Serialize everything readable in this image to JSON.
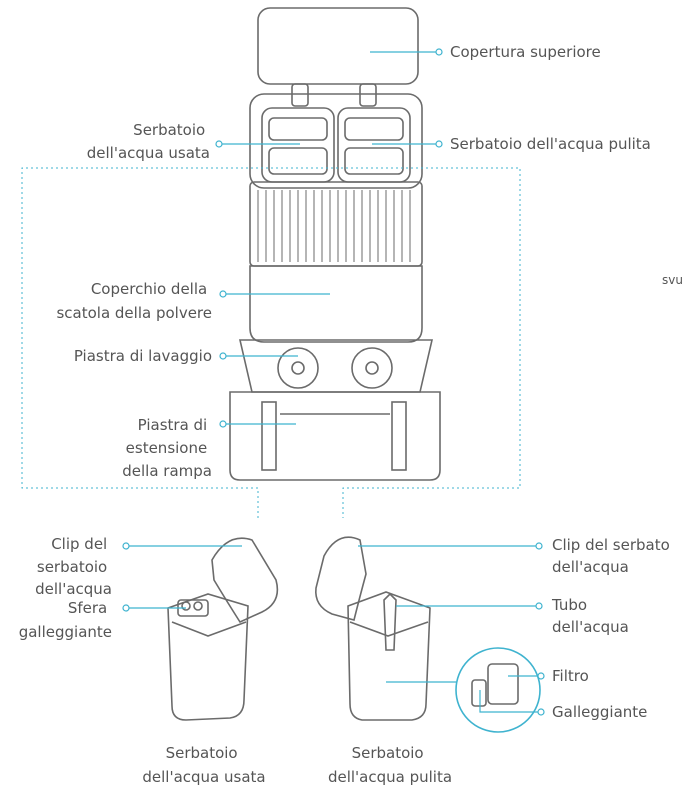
{
  "colors": {
    "accent": "#3fb3cf",
    "outline": "#6b6b6b",
    "label": "#555555",
    "background": "#ffffff"
  },
  "labels": {
    "top_cover": "Copertura superiore",
    "used_tank_top": [
      "Serbatoio",
      "dell'acqua usata"
    ],
    "clean_tank_top": "Serbatoio dell'acqua pulita",
    "dust_box_lid": [
      "Coperchio della",
      "scatola della polvere"
    ],
    "wash_plate": "Piastra di lavaggio",
    "ramp_plate": [
      "Piastra di",
      "estensione",
      "della rampa"
    ],
    "side_truncated": "svu",
    "left_tank_clip": [
      "Clip del",
      "serbatoio",
      "dell'acqua"
    ],
    "float_ball": [
      "Sfera",
      "galleggiante"
    ],
    "right_tank_clip": [
      "Clip del serbato",
      "dell'acqua"
    ],
    "water_tube": [
      "Tubo",
      "dell'acqua"
    ],
    "filter": "Filtro",
    "float": "Galleggiante",
    "used_tank_caption": [
      "Serbatoio",
      "dell'acqua usata"
    ],
    "clean_tank_caption": [
      "Serbatoio",
      "dell'acqua pulita"
    ]
  }
}
